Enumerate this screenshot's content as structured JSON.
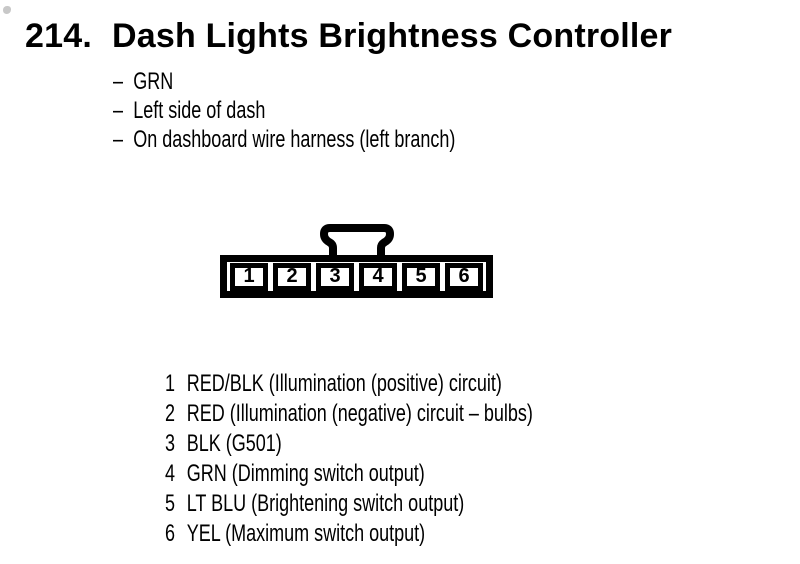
{
  "page": {
    "number": "214.",
    "title": "Dash Lights Brightness Controller",
    "bullet_dash": "–",
    "bullets": [
      "GRN",
      "Left side of dash",
      "On dashboard wire harness (left branch)"
    ]
  },
  "connector": {
    "pins": [
      "1",
      "2",
      "3",
      "4",
      "5",
      "6"
    ]
  },
  "pin_list": {
    "rows": [
      {
        "pin": "1",
        "desc": "RED/BLK (Illumination (positive) circuit)"
      },
      {
        "pin": "2",
        "desc": "RED (Illumination (negative) circuit – bulbs)"
      },
      {
        "pin": "3",
        "desc": "BLK (G501)"
      },
      {
        "pin": "4",
        "desc": "GRN (Dimming switch output)"
      },
      {
        "pin": "5",
        "desc": "LT BLU (Brightening switch output)"
      },
      {
        "pin": "6",
        "desc": "YEL (Maximum switch output)"
      }
    ]
  },
  "colors": {
    "ink": "#000000",
    "paper": "#ffffff"
  }
}
